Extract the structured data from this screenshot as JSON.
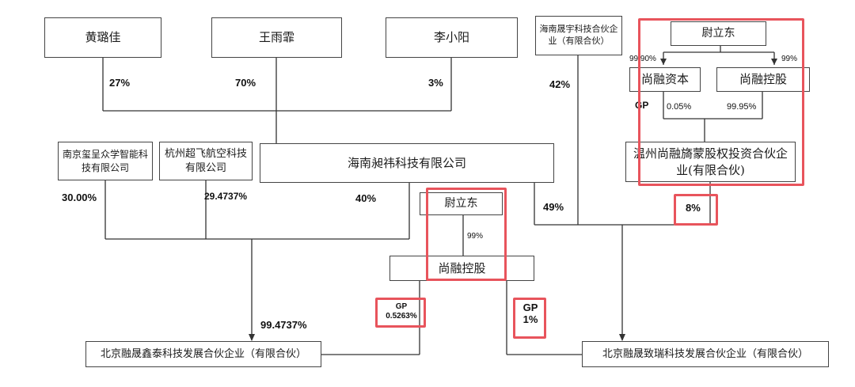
{
  "entities": {
    "huang": "黄璐佳",
    "wang": "王雨霏",
    "li": "李小阳",
    "hainan_chensheng": "海南晟宇科技合伙企业（有限合伙）",
    "wei_top": "尉立东",
    "shangrong_capital": "尚融资本",
    "shangrong_holding_top": "尚融控股",
    "wenzhou": "温州尚融旖蒙股权投资合伙企业(有限合伙)",
    "nanjing": "南京玺呈众学智能科技有限公司",
    "hangzhou": "杭州超飞航空科技有限公司",
    "hainan_yiwei": "海南昶祎科技有限公司",
    "wei_mid": "尉立东",
    "shangrong_holding_mid": "尚融控股",
    "beijing_xintai": "北京融晟鑫泰科技发展合伙企业（有限合伙）",
    "beijing_zhirui": "北京融晟致瑞科技发展合伙企业（有限合伙）"
  },
  "percentages": {
    "huang": "27%",
    "wang": "70%",
    "li": "3%",
    "chensheng": "42%",
    "wei_capital": "99.90%",
    "wei_holding": "99%",
    "gp_label": "GP",
    "capital_wenzhou": "0.05%",
    "holding_wenzhou": "99.95%",
    "wenzhou_zhirui": "8%",
    "nanjing": "30.00%",
    "hangzhou": "29.4737%",
    "yiwei_xintai": "40%",
    "yiwei_zhirui": "49%",
    "wei_mid_holding": "99%",
    "gp_xintai_label": "GP",
    "gp_xintai_value": "0.5263%",
    "gp_zhirui_label": "GP",
    "gp_zhirui_value": "1%",
    "xintai_total": "99.4737%"
  },
  "colors": {
    "highlight": "#e8545c",
    "line": "#333333"
  }
}
